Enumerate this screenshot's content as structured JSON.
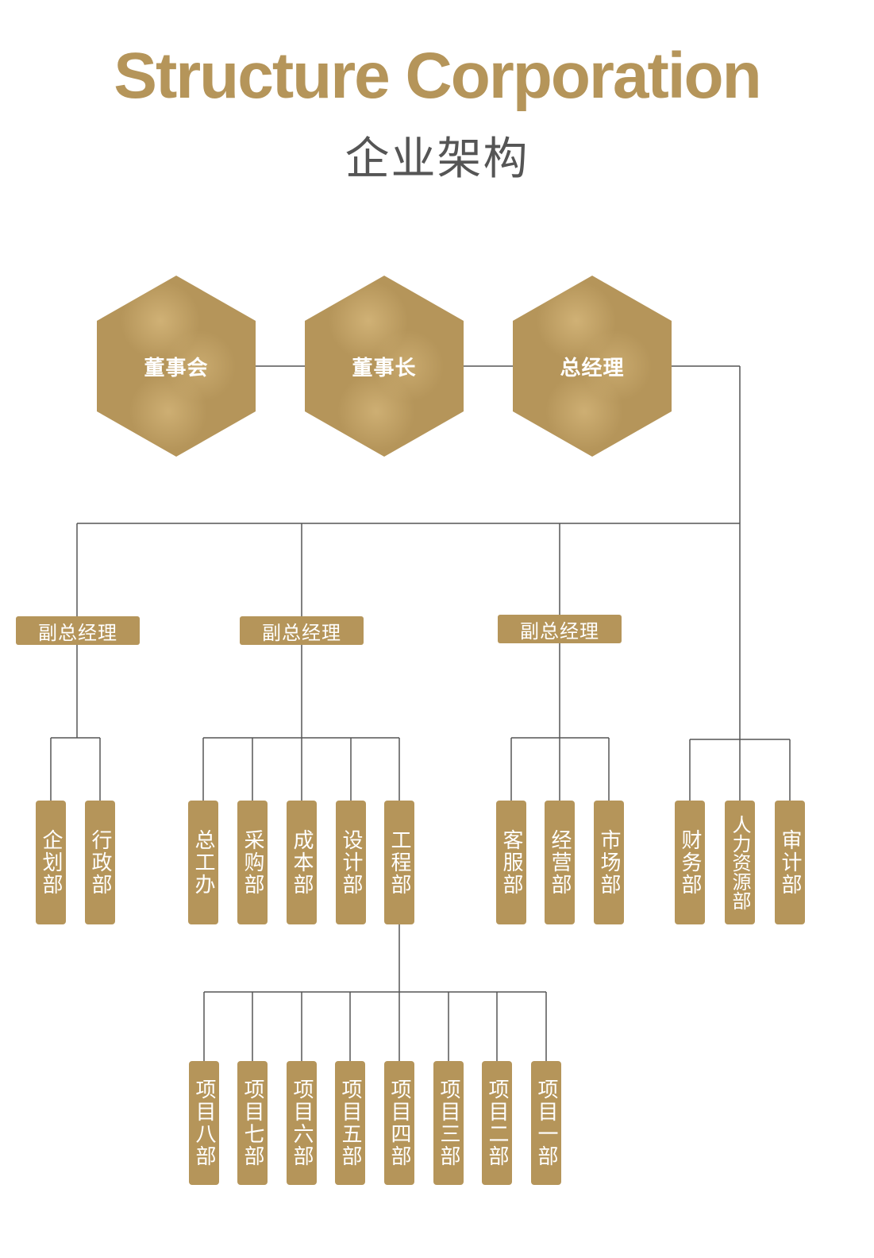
{
  "title_en": "Structure  Corporation",
  "title_cn": "企业架构",
  "colors": {
    "accent": "#b5955a",
    "line": "#555555",
    "title_cn": "#555555"
  },
  "nodes": {
    "board": "董事会",
    "chairman": "董事长",
    "general_manager": "总经理",
    "deputy_gm_1": "副总经理",
    "deputy_gm_2": "副总经理",
    "deputy_gm_3": "副总经理",
    "departments": {
      "planning": "企划部",
      "administration": "行政部",
      "chief_engineer_office": "总工办",
      "procurement": "采购部",
      "cost": "成本部",
      "design": "设计部",
      "engineering": "工程部",
      "customer_service": "客服部",
      "operations": "经营部",
      "marketing": "市场部",
      "finance": "财务部",
      "human_resources": "人力资源部",
      "audit": "审计部"
    },
    "projects": {
      "project_8": "项目八部",
      "project_7": "项目七部",
      "project_6": "项目六部",
      "project_5": "项目五部",
      "project_4": "项目四部",
      "project_3": "项目三部",
      "project_2": "项目二部",
      "project_1": "项目一部"
    }
  }
}
